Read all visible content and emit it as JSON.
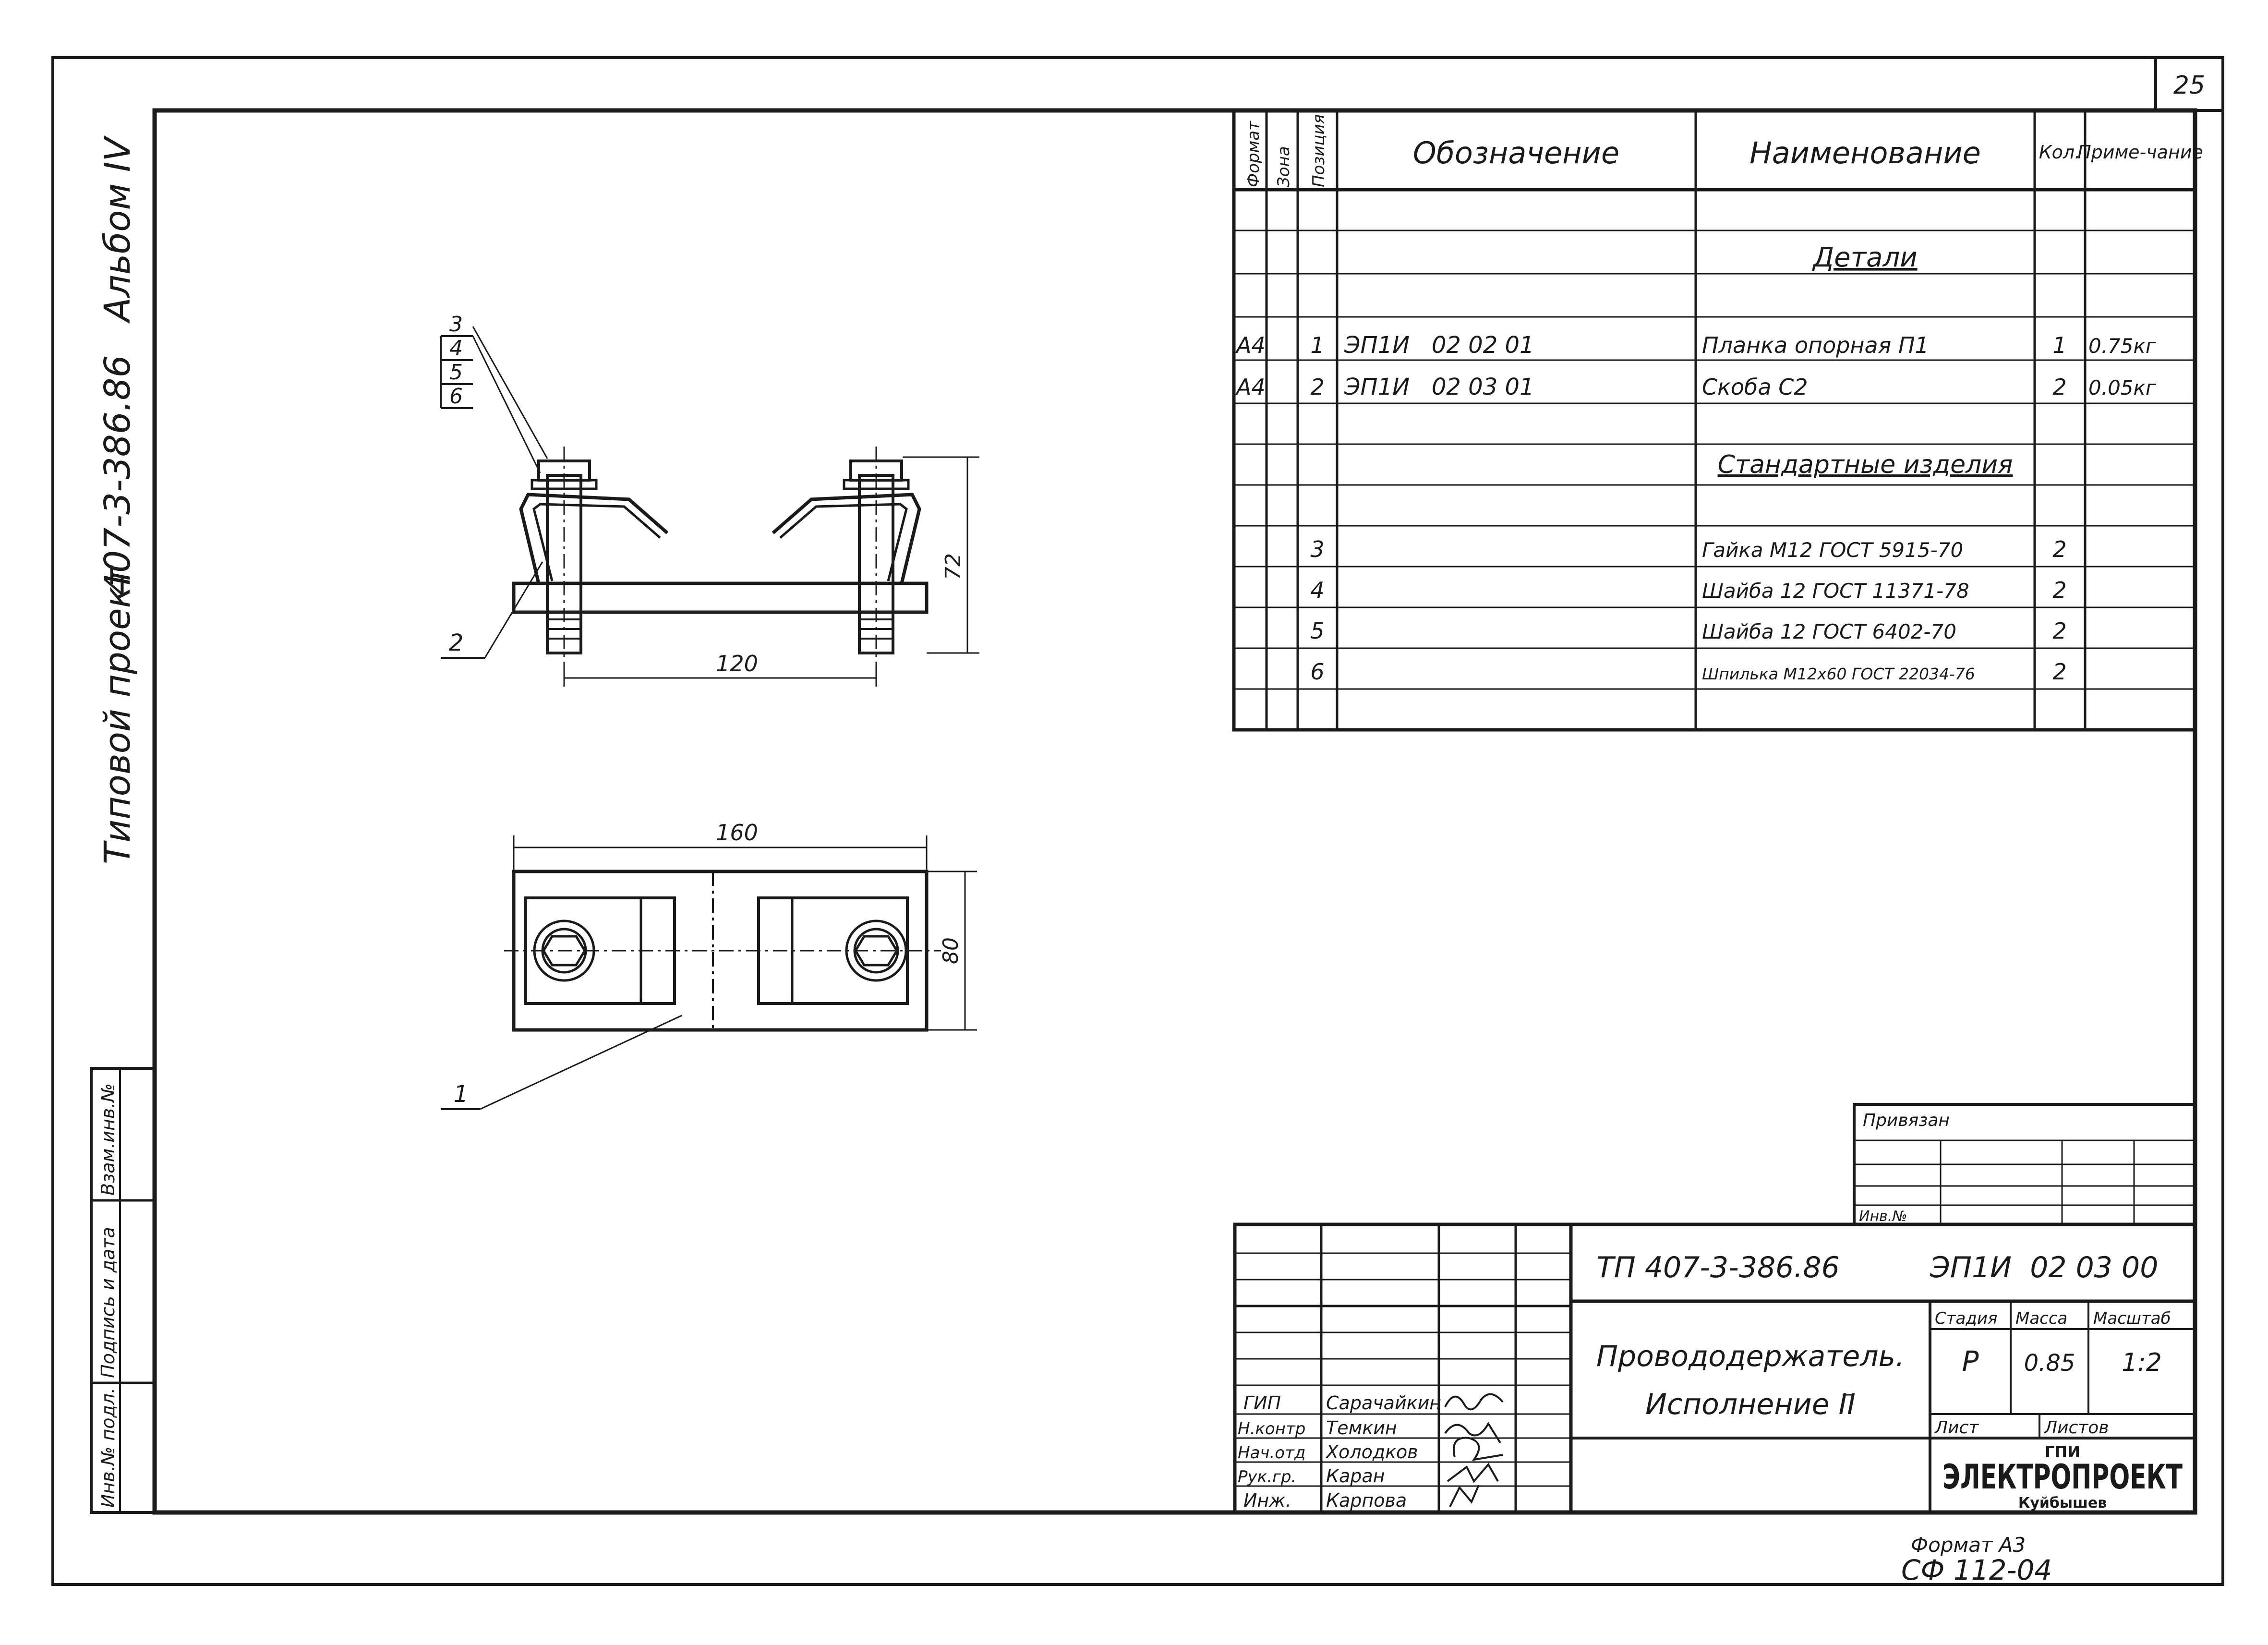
{
  "sheet": {
    "page_number": "25",
    "format": "Формат А3",
    "form_code": "СФ 112-04"
  },
  "side_stamp": {
    "album": "Альбом IV",
    "project_code": "407-3-386.86",
    "project_title": "Типовой проект"
  },
  "left_box": {
    "inv_orig": "Инв.№ подл.",
    "signature_date": "Подпись и дата",
    "replace_inv": "Взам.инв.№"
  },
  "spec": {
    "headers": {
      "format": "Формат",
      "zone": "Зона",
      "position": "Позиция",
      "designation": "Обозначение",
      "name": "Наименование",
      "qty": "Кол.",
      "note": "Приме-чание"
    },
    "sections": {
      "details": "Детали",
      "standard": "Стандартные изделия"
    },
    "rows": [
      {
        "format": "А4",
        "pos": "1",
        "designation": "ЭП1И   02 02 01",
        "name": "Планка опорная П1",
        "qty": "1",
        "note": "0.75кг"
      },
      {
        "format": "А4",
        "pos": "2",
        "designation": "ЭП1И   02 03 01",
        "name": "Скоба С2",
        "qty": "2",
        "note": "0.05кг"
      },
      {
        "format": "",
        "pos": "3",
        "designation": "",
        "name": "Гайка М12 ГОСТ 5915-70",
        "qty": "2",
        "note": ""
      },
      {
        "format": "",
        "pos": "4",
        "designation": "",
        "name": "Шайба 12 ГОСТ 11371-78",
        "qty": "2",
        "note": ""
      },
      {
        "format": "",
        "pos": "5",
        "designation": "",
        "name": "Шайба 12 ГОСТ 6402-70",
        "qty": "2",
        "note": ""
      },
      {
        "format": "",
        "pos": "6",
        "designation": "",
        "name": "Шпилька М12х60 ГОСТ 22034-76",
        "qty": "2",
        "note": ""
      }
    ]
  },
  "drawing": {
    "callouts": [
      "3",
      "4",
      "5",
      "6",
      "2",
      "1"
    ],
    "dims": {
      "top_width": "120",
      "top_height": "72",
      "plan_width": "160",
      "plan_height": "80"
    }
  },
  "binding": {
    "bound_to": "Привязан",
    "inv_no": "Инв.№"
  },
  "title_block": {
    "doc_code": "ТП 407-3-386.86",
    "drawing_code": "ЭП1И  02 03 00",
    "title_line1": "Провододержатель.",
    "title_line2": "Исполнение II",
    "stage_label": "Стадия",
    "mass_label": "Масса",
    "scale_label": "Масштаб",
    "stage": "Р",
    "mass": "0.85",
    "scale": "1:2",
    "sheet_label": "Лист",
    "sheets_label": "Листов",
    "org_line1": "ГПИ",
    "org_line2": "ЭЛЕКТРОПРОЕКТ",
    "org_line3": "Куйбышев",
    "staff": [
      {
        "role": "ГИП",
        "name": "Сарачайкин"
      },
      {
        "role": "Н.контр",
        "name": "Темкин"
      },
      {
        "role": "Нач.отд",
        "name": "Холодков"
      },
      {
        "role": "Рук.гр.",
        "name": "Каран"
      },
      {
        "role": "Инж.",
        "name": "Карпова"
      }
    ]
  }
}
